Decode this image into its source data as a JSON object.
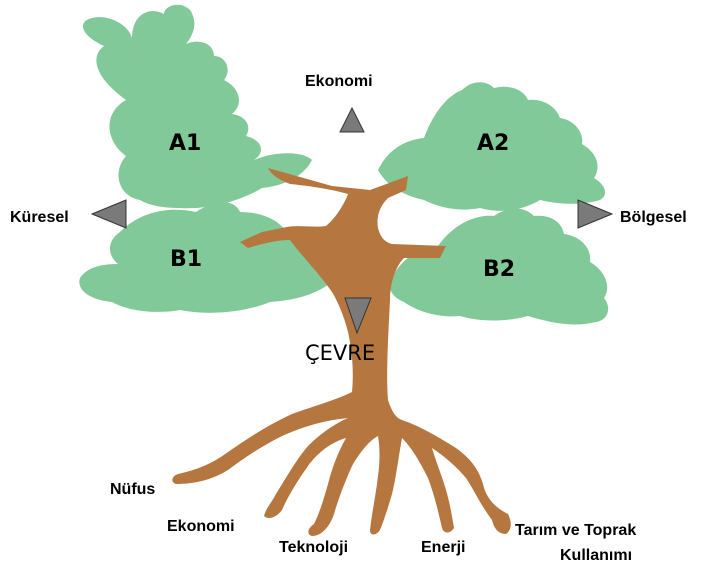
{
  "quadrants": {
    "a1": "A1",
    "a2": "A2",
    "b1": "B1",
    "b2": "B2"
  },
  "axes": {
    "top": "Ekonomi",
    "left": "Küresel",
    "right": "Bölgesel"
  },
  "center_label": "ÇEVRE",
  "roots": {
    "nufus": "Nüfus",
    "ekonomi": "Ekonomi",
    "teknoloji": "Teknoloji",
    "enerji": "Enerji",
    "tarim_line1": "Tarım ve Toprak",
    "tarim_line2": "Kullanımı"
  },
  "colors": {
    "foliage": "#82c99a",
    "trunk": "#b5773f",
    "arrow": "#7a7a7a"
  }
}
